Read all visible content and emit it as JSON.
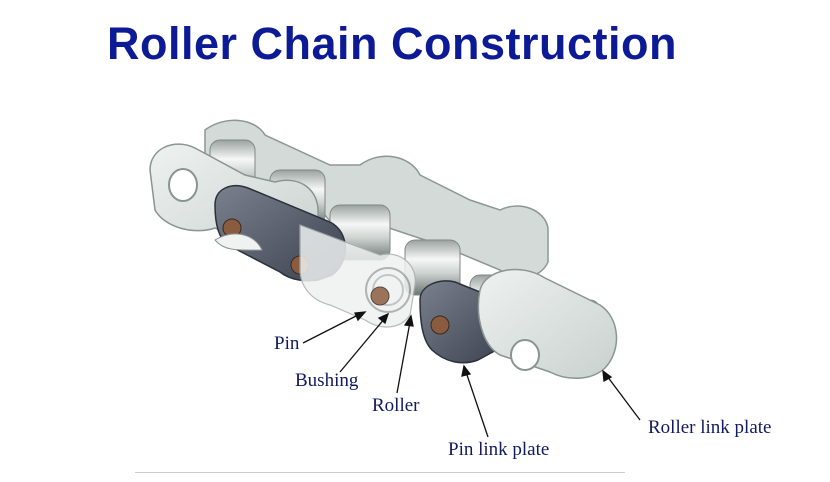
{
  "title": "Roller Chain Construction",
  "labels": {
    "pin": "Pin",
    "bushing": "Bushing",
    "roller": "Roller",
    "pin_link_plate": "Pin link plate",
    "roller_link_plate": "Roller link plate"
  },
  "colors": {
    "title": "#0d1a96",
    "label": "#111a5e",
    "plate_light": "#dfe5e2",
    "plate_dark": "#8f9c98",
    "pin_plate": "#4e5360",
    "pin_head": "#8a5b3e"
  }
}
